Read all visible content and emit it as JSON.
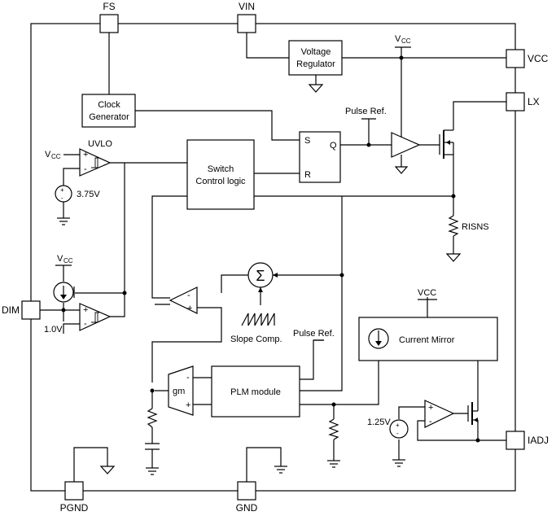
{
  "pins": {
    "fs": "FS",
    "vin": "VIN",
    "vcc": "VCC",
    "lx": "LX",
    "dim": "DIM",
    "iadj": "IADJ",
    "pgnd": "PGND",
    "gnd": "GND"
  },
  "blocks": {
    "voltage_regulator": [
      "Voltage",
      "Regulator"
    ],
    "clock_generator": [
      "Clock",
      "Generator"
    ],
    "switch_control": [
      "Switch",
      "Control logic"
    ],
    "plm_module": "PLM module",
    "current_mirror": "Current Mirror",
    "sr_s": "S",
    "sr_q": "Q",
    "sr_r": "R",
    "gm": "gm",
    "sigma": "Σ"
  },
  "labels": {
    "uvlo": "UVLO",
    "v_main": "V",
    "cc_sub": "CC",
    "v375": "3.75V",
    "v10": "1.0V",
    "v125": "1.25V",
    "pulse_ref": "Pulse Ref.",
    "risns": "RISNS",
    "slope_comp": "Slope Comp.",
    "vcc_text": "VCC",
    "plus": "+",
    "minus": "-"
  }
}
